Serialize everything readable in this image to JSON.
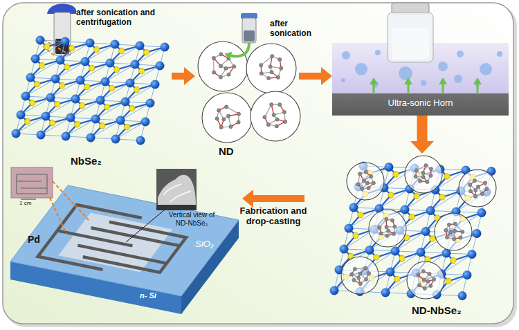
{
  "diagram": {
    "nodes": [
      {
        "text": [
          "after sonication and centrifugation",
          "NbSe₂"
        ]
      },
      {
        "text": [
          "after sonication",
          "ND"
        ]
      },
      {
        "text": [
          "Ultra-sonic Horn"
        ]
      },
      {
        "text": [
          "ND-NbSe₂"
        ]
      },
      {
        "text": [
          "SiO₂",
          "n- Si"
        ]
      }
    ],
    "edges": [
      {
        "from": 0,
        "to": 1,
        "arrow": "to"
      },
      {
        "from": 1,
        "to": 2,
        "arrow": "to"
      },
      {
        "from": 2,
        "to": 3,
        "arrow": "to"
      },
      {
        "from": 3,
        "to": 4,
        "arrow": "to",
        "label": "Fabrication and drop-casting"
      }
    ],
    "labels": [
      "1 cm",
      "Pd",
      "Vertical view of ND-NbSe₂"
    ]
  }
}
